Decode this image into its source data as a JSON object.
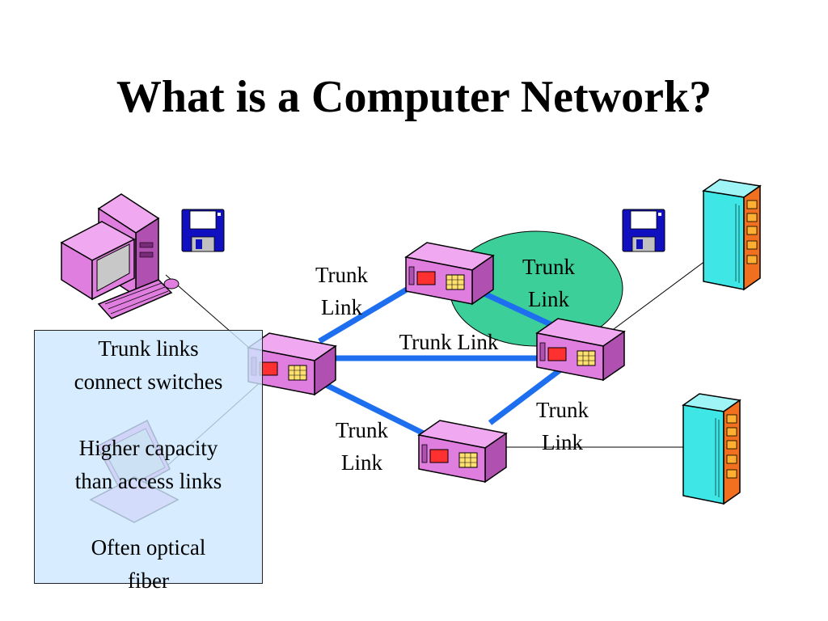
{
  "title": "What is a Computer Network?",
  "links": {
    "top_left": [
      "Trunk",
      "Link"
    ],
    "top_right": [
      "Trunk",
      "Link"
    ],
    "middle": "Trunk Link",
    "bottom_left": [
      "Trunk",
      "Link"
    ],
    "bottom_right": [
      "Trunk",
      "Link"
    ]
  },
  "callout": {
    "lines": [
      [
        "Trunk links",
        "connect switches"
      ],
      [
        "Higher capacity",
        "than access links"
      ],
      [
        "Often optical",
        "fiber"
      ]
    ]
  },
  "colors": {
    "trunk_link": "#1e6ff0",
    "switch": "#e07ee0",
    "server": "#3fe6e6",
    "highlight": "#3ccf9a"
  }
}
